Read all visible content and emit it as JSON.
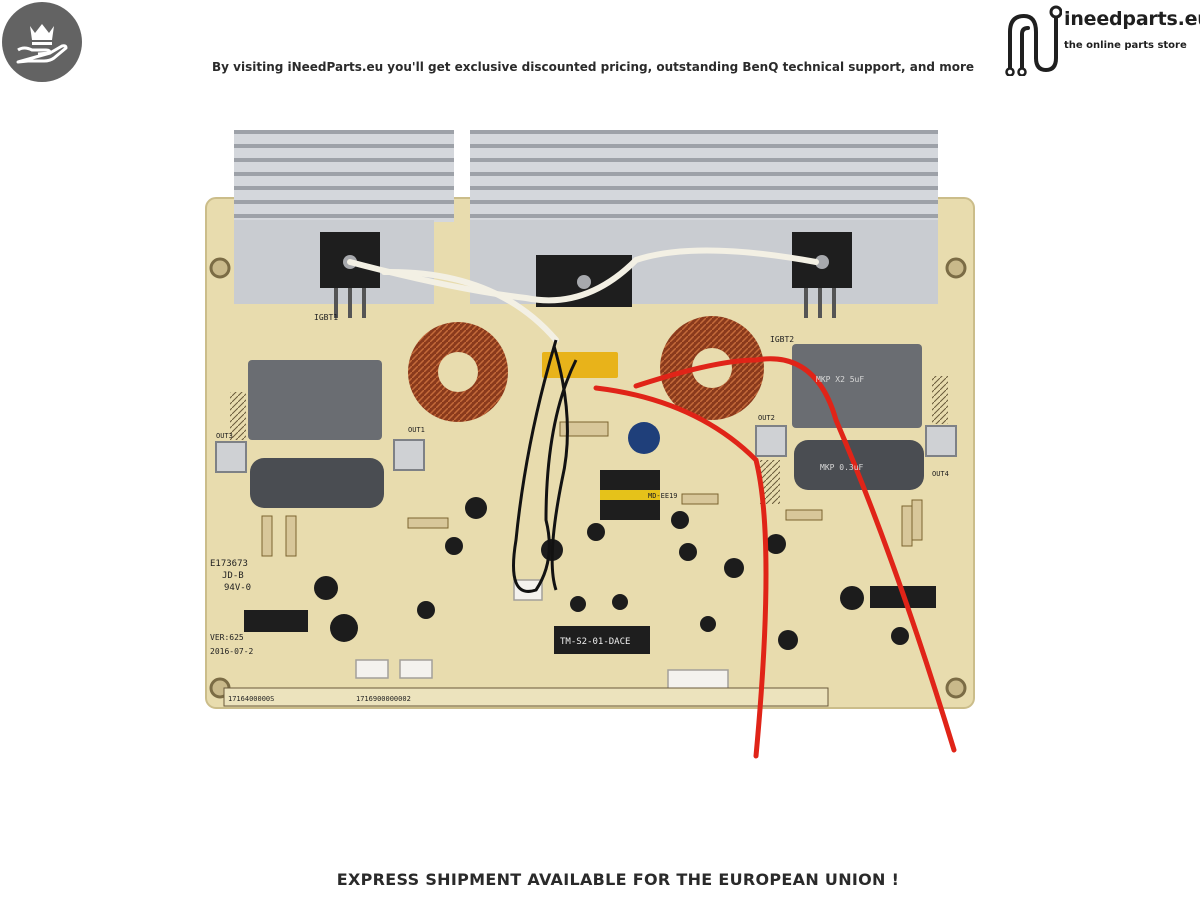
{
  "badge": {
    "icon": "crown-hand-icon",
    "color": "#636363"
  },
  "promo_text": "By visiting iNeedParts.eu you'll get exclusive discounted pricing, outstanding BenQ technical support, and more",
  "brand": {
    "icon": "circuit-logo-icon",
    "name": "ineedparts.eu",
    "tagline": "the online parts store"
  },
  "product": {
    "subject": "induction cooker power board",
    "colors": {
      "pcb": "#e8dcae",
      "heatsink": "#c9ccd1",
      "capacitor": "#6a6d72",
      "coil": "#8a3a1c",
      "wire": "#e02418"
    },
    "markings": {
      "approval": "E173673",
      "cert": "JD-B",
      "rating": "94V-0",
      "version": "VER:625",
      "date": "2016-07-2",
      "chip": "TM-S2-01-DACE",
      "part1": "1716400000S",
      "part2": "1716900000002",
      "silkscreen_igbt1": "IGBT1",
      "silkscreen_igbt2": "IGBT2",
      "out1": "OUT1",
      "out2": "OUT2",
      "out3": "OUT3",
      "out4": "OUT4",
      "relay": "MD-EE19",
      "cap_label_1": "MKP X2 5uF",
      "cap_label_2": "MKP 0.3uF"
    }
  },
  "footer_text": "EXPRESS SHIPMENT AVAILABLE FOR THE EUROPEAN UNION !"
}
